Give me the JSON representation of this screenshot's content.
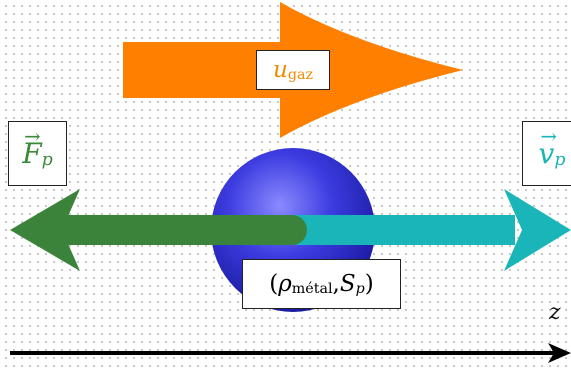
{
  "colors": {
    "gas_arrow": "#ff8000",
    "force_arrow": "#3b833b",
    "velocity_arrow": "#1ab5b8",
    "particle": "#3a3ad8",
    "axis": "#000000"
  },
  "labels": {
    "gas_velocity_symbol": "u",
    "gas_velocity_subscript": "gaz",
    "force_symbol": "F",
    "force_subscript": "p",
    "particle_velocity_symbol": "v",
    "particle_velocity_subscript": "p",
    "particle_params_open": "(",
    "density_symbol": "ρ",
    "density_subscript": "métal",
    "separator": ", ",
    "section_symbol": "S",
    "section_subscript": "p",
    "particle_params_close": ")",
    "axis_name": "z"
  }
}
